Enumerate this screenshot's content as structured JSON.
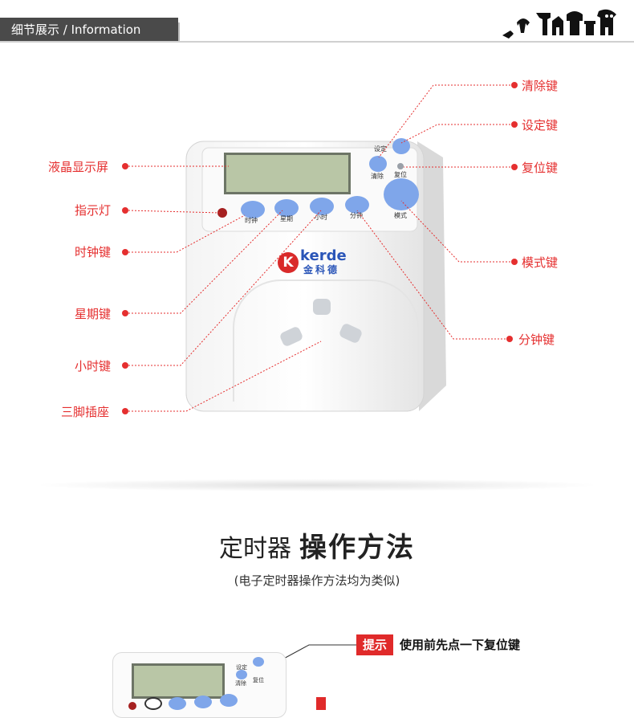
{
  "header": {
    "section_label": "细节展示 / Information"
  },
  "product": {
    "brand": "kerde",
    "brand_cn": "金科德",
    "device_keys": {
      "set": "设定",
      "clear": "清除",
      "reset": "复位",
      "mode": "模式",
      "clock": "时钟",
      "week": "星期",
      "hour": "小时",
      "minute": "分钟"
    }
  },
  "callouts": {
    "left": [
      "液晶显示屏",
      "指示灯",
      "时钟键",
      "星期键",
      "小时键",
      "三脚插座"
    ],
    "right": [
      "清除键",
      "设定键",
      "复位键",
      "模式键",
      "分钟键"
    ]
  },
  "heading": {
    "title_light": "定时器",
    "title_bold": "操作方法",
    "subtitle": "(电子定时器操作方法均为类似)"
  },
  "tip": {
    "badge": "提示",
    "text": "使用前先点一下复位键"
  },
  "colors": {
    "accent_red": "#e52f2f",
    "button_blue": "#7fa6ea",
    "lcd": "#b9c6a6"
  }
}
